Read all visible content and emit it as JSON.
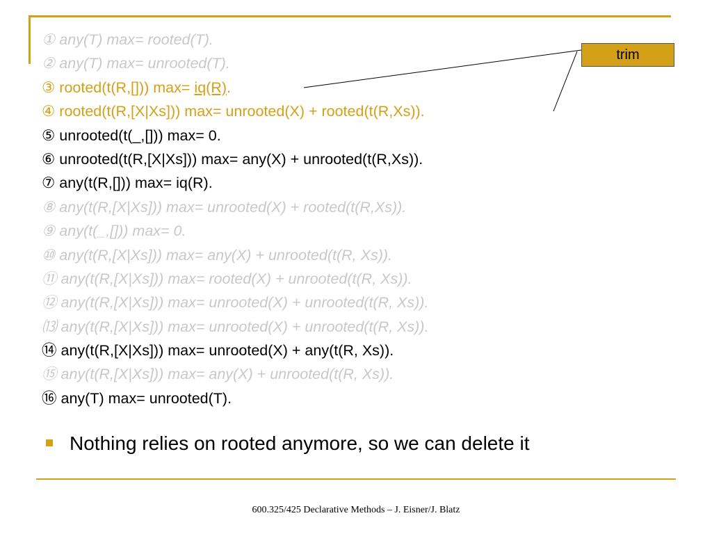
{
  "rules": [
    {
      "num": "①",
      "text": "any(T) max= rooted(T).",
      "style": "gray"
    },
    {
      "num": "②",
      "text": "any(T) max= unrooted(T).",
      "style": "gray"
    },
    {
      "num": "③",
      "text": "rooted(t(R,[])) max= ",
      "link": "iq(R)",
      "tail": ".",
      "style": "orange"
    },
    {
      "num": "④",
      "text": "rooted(t(R,[X|Xs])) max= unrooted(X) + rooted(t(R,Xs)).",
      "style": "orange"
    },
    {
      "num": "⑤",
      "text": "unrooted(t(_,[])) max= 0.",
      "style": "black"
    },
    {
      "num": "⑥",
      "text": "unrooted(t(R,[X|Xs])) max= any(X) + unrooted(t(R,Xs)).",
      "style": "black"
    },
    {
      "num": "⑦",
      "text": "any(t(R,[])) max= iq(R).",
      "style": "black"
    },
    {
      "num": "⑧",
      "text": "any(t(R,[X|Xs])) max= unrooted(X) + rooted(t(R,Xs)).",
      "style": "gray"
    },
    {
      "num": "⑨",
      "text": "any(t(_,[])) max= 0.",
      "style": "gray"
    },
    {
      "num": "⑩",
      "text": "any(t(R,[X|Xs])) max= any(X) + unrooted(t(R, Xs)).",
      "style": "gray"
    },
    {
      "num": "⑪",
      "text": "any(t(R,[X|Xs])) max= rooted(X) + unrooted(t(R, Xs)).",
      "style": "gray"
    },
    {
      "num": "⑫",
      "text": "any(t(R,[X|Xs])) max= unrooted(X) + unrooted(t(R, Xs)).",
      "style": "gray"
    },
    {
      "num": "⒀",
      "text": "any(t(R,[X|Xs])) max= unrooted(X) + unrooted(t(R, Xs)).",
      "style": "gray"
    },
    {
      "num": "⑭",
      "text": "any(t(R,[X|Xs])) max= unrooted(X) + any(t(R, Xs)).",
      "style": "black"
    },
    {
      "num": "⑮",
      "text": "any(t(R,[X|Xs])) max= any(X) + unrooted(t(R, Xs)).",
      "style": "gray"
    },
    {
      "num": "⑯",
      "text": "any(T) max= unrooted(T).",
      "style": "black"
    }
  ],
  "bullet": {
    "text": "Nothing relies on rooted anymore, so we can delete it"
  },
  "callout": {
    "label": "trim"
  },
  "footer": {
    "text": "600.325/425 Declarative Methods – J. Eisner/J. Blatz"
  },
  "colors": {
    "accent": "#d4a017",
    "muted": "#c8c8c8",
    "text": "#000000"
  }
}
